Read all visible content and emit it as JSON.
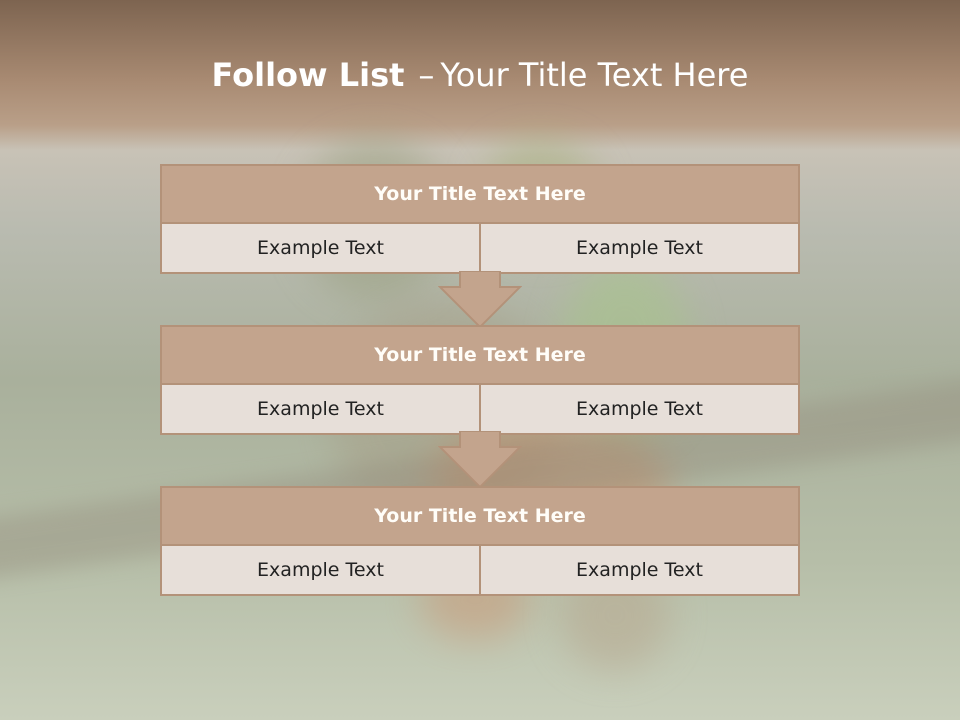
{
  "slide": {
    "title_bold": "Follow List",
    "title_dash": "–",
    "title_rest": "Your Title Text Here"
  },
  "steps": [
    {
      "heading": "Your Title Text Here",
      "left": "Example Text",
      "right": "Example Text"
    },
    {
      "heading": "Your Title Text Here",
      "left": "Example Text",
      "right": "Example Text"
    },
    {
      "heading": "Your Title Text Here",
      "left": "Example Text",
      "right": "Example Text"
    }
  ],
  "colors": {
    "header_fill": "#c3a48d",
    "cell_fill": "#e7dfd9",
    "border": "#b39279"
  }
}
